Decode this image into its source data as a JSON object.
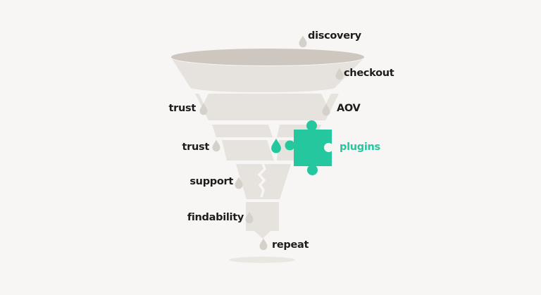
{
  "illustration": {
    "type": "leaky-funnel-diagram",
    "description_visible_text_only": true
  },
  "funnel": {
    "leaks": [
      {
        "label": "discovery",
        "side": "right",
        "stage": "above-rim"
      },
      {
        "label": "checkout",
        "side": "right",
        "stage": "bowl"
      },
      {
        "label": "trust",
        "side": "left",
        "stage": "band-2"
      },
      {
        "label": "AOV",
        "side": "right",
        "stage": "band-2"
      },
      {
        "label": "trust",
        "side": "left",
        "stage": "band-3"
      },
      {
        "label": "plugins",
        "side": "right",
        "stage": "band-3",
        "highlighted": true
      },
      {
        "label": "support",
        "side": "left",
        "stage": "band-4"
      },
      {
        "label": "findability",
        "side": "left",
        "stage": "spout"
      },
      {
        "label": "repeat",
        "side": "center",
        "stage": "below-spout"
      }
    ]
  },
  "icons": {
    "droplet": "teardrop drip shape",
    "puzzle": "jigsaw puzzle piece",
    "crack": "zigzag lightning crack",
    "shadow": "ground shadow ellipse"
  },
  "colors": {
    "background": "#f7f6f4",
    "funnel_fill": "#e6e2dd",
    "funnel_rim": "#cdc7c0",
    "droplet_gray": "#d5d0c9",
    "accent_green": "#24c79e",
    "label_text": "#1f1d1b",
    "shadow": "#eae7e3"
  }
}
